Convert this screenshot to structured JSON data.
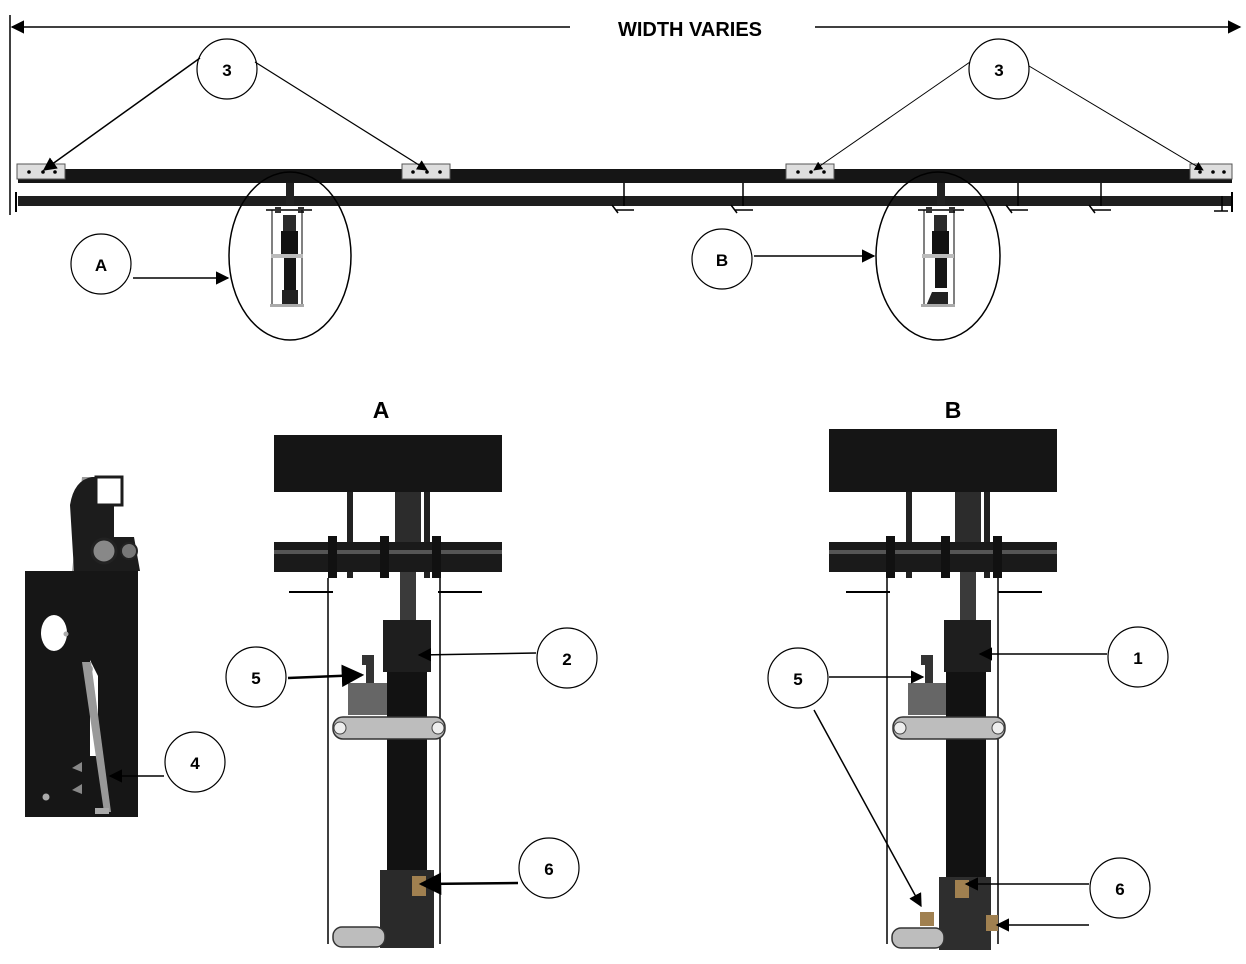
{
  "header": {
    "width_label": "WIDTH VARIES"
  },
  "callouts": {
    "three_left": "3",
    "three_right": "3",
    "a": "A",
    "b": "B",
    "two": "2",
    "one": "1",
    "four": "4",
    "five_a": "5",
    "five_b": "5",
    "six_a": "6",
    "six_b": "6"
  },
  "detail_titles": {
    "a": "A",
    "b": "B"
  },
  "colors": {
    "ink": "#000000",
    "bar": "#151515",
    "steel": "#2a2a2a",
    "metal_light": "#d9d9d9",
    "paper": "#ffffff"
  }
}
